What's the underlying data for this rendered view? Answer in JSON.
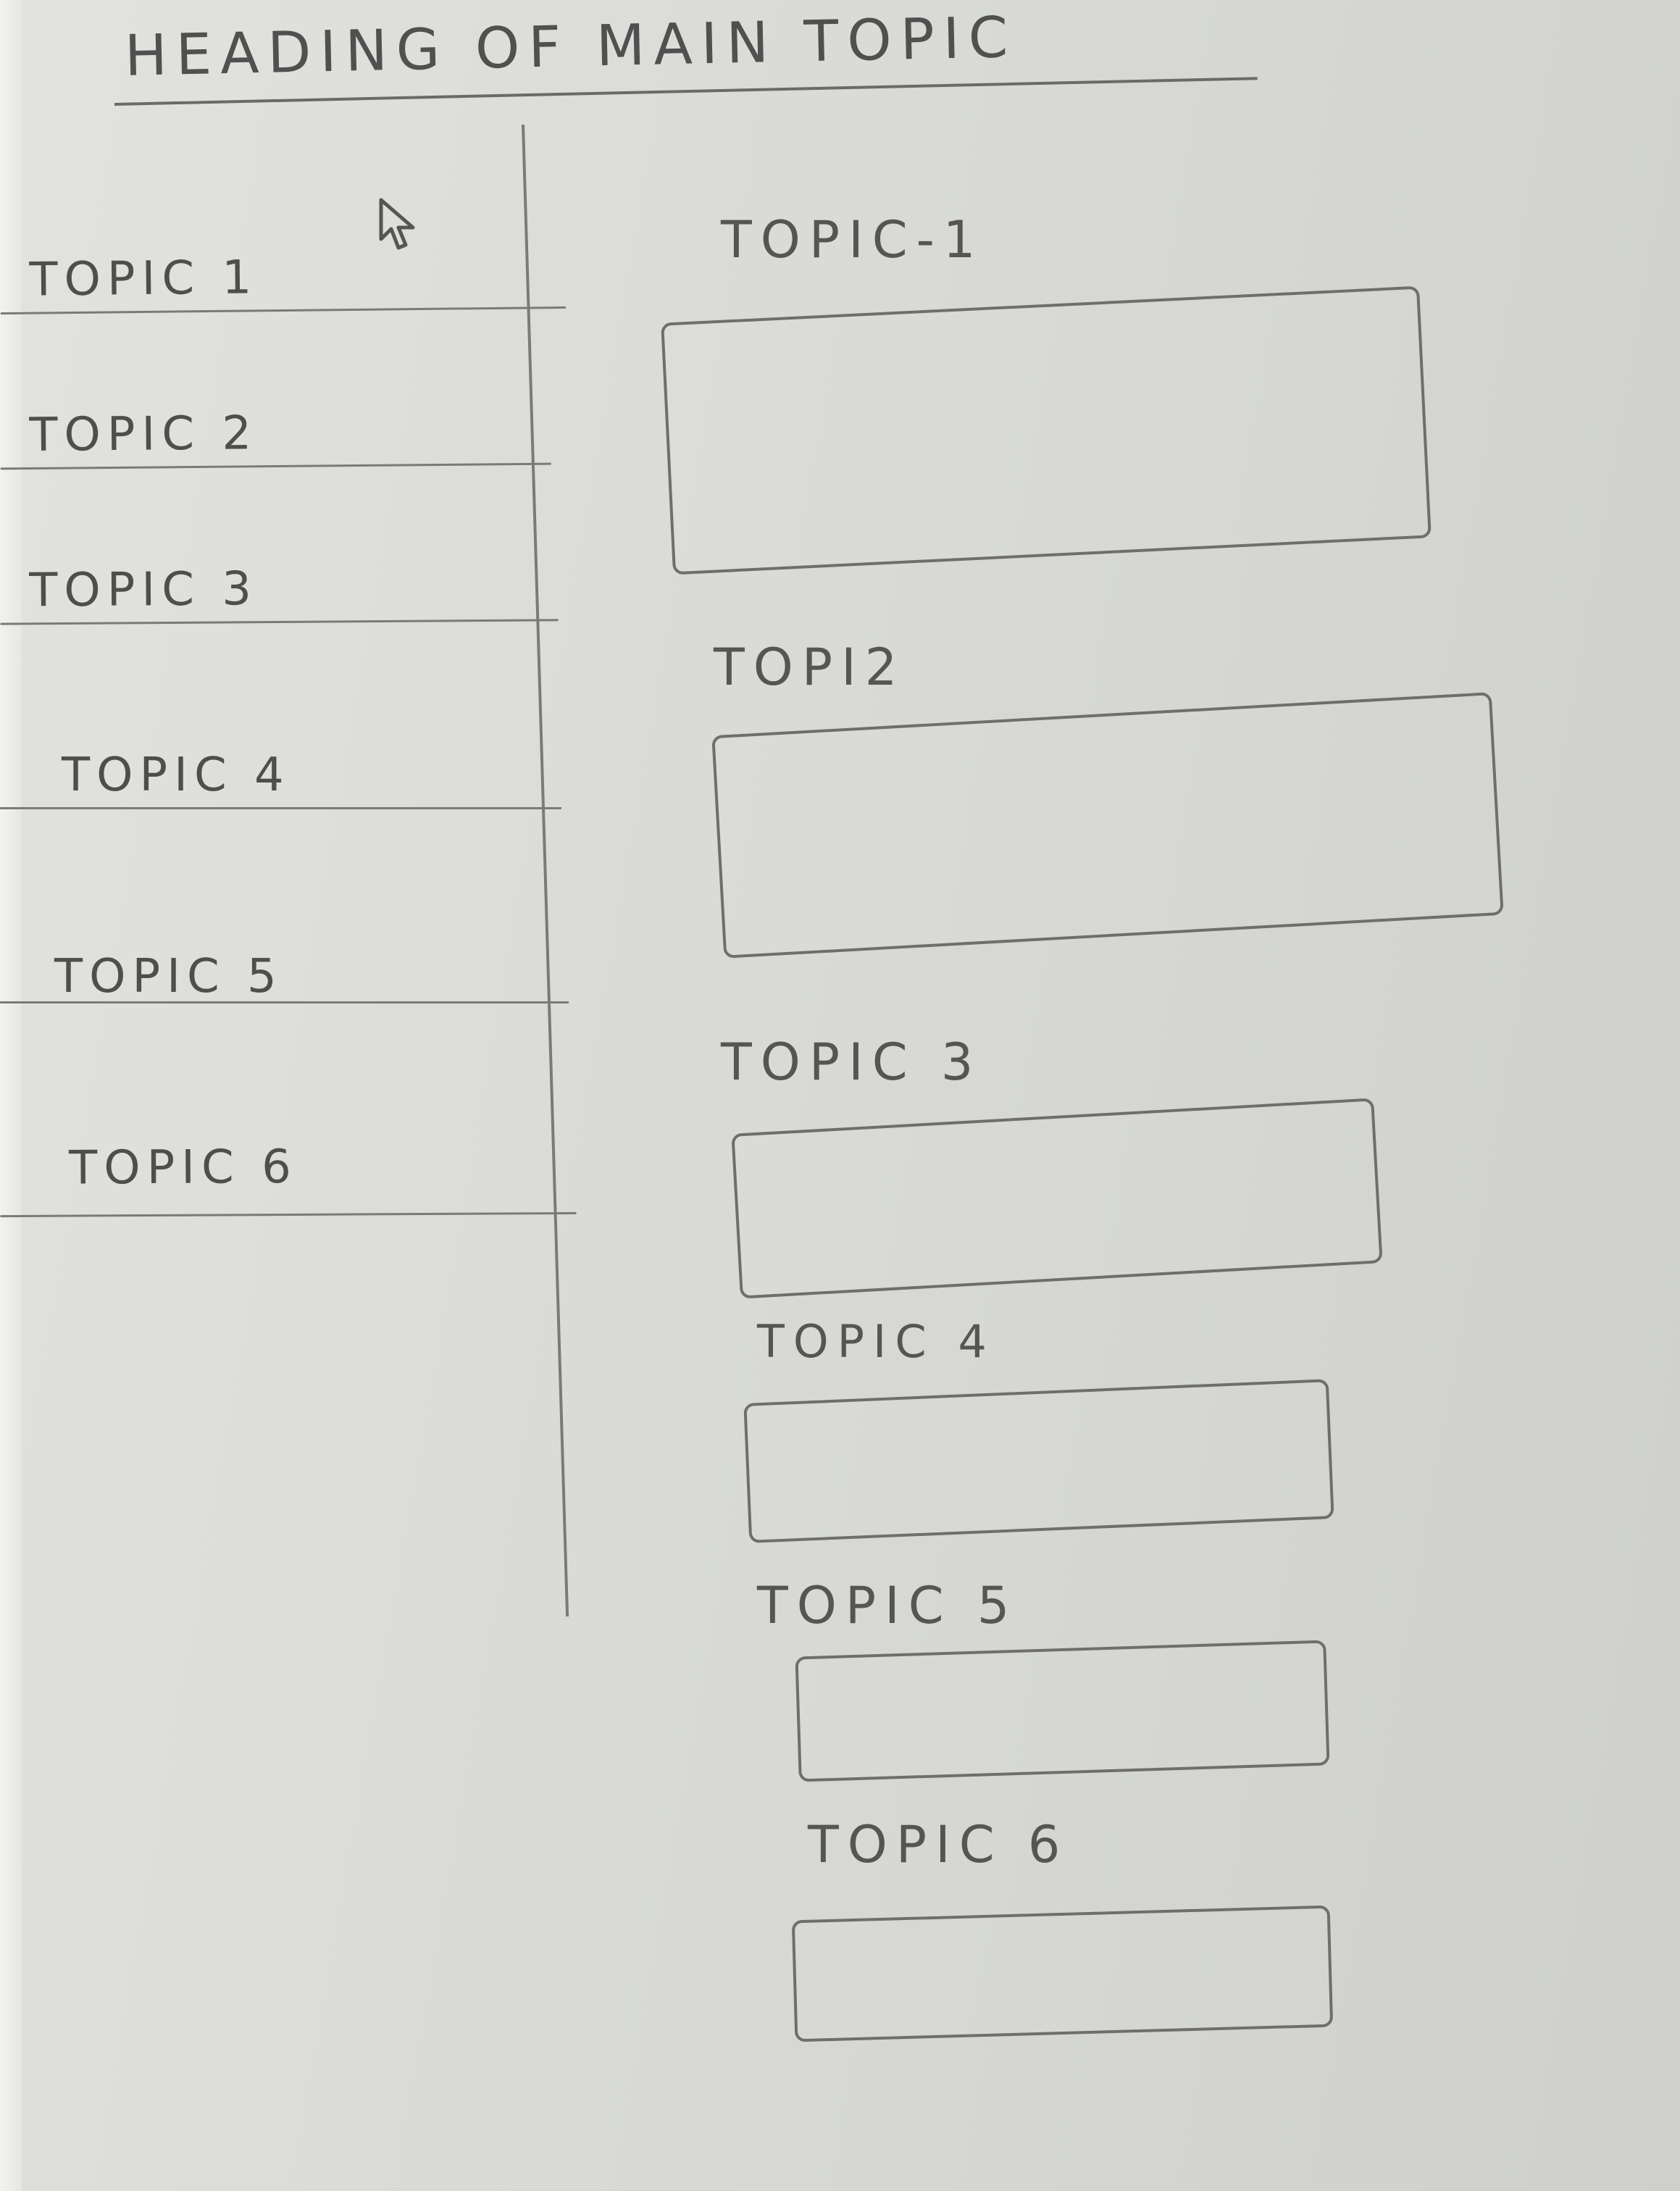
{
  "page": {
    "title": "HEADING OF MAIN TOPIC"
  },
  "sidebar": {
    "items": [
      {
        "label": "TOPIC 1"
      },
      {
        "label": "TOPIC 2"
      },
      {
        "label": "TOPIC 3"
      },
      {
        "label": "TOPIC 4"
      },
      {
        "label": "TOPIC 5"
      },
      {
        "label": "TOPIC 6"
      }
    ]
  },
  "main": {
    "sections": [
      {
        "title": "TOPIC-1"
      },
      {
        "title": "TOPI2"
      },
      {
        "title": "TOPIC 3"
      },
      {
        "title": "TOPIC 4"
      },
      {
        "title": "TOPIC 5"
      },
      {
        "title": "TOPIC 6"
      }
    ]
  },
  "icons": {
    "cursor": "mouse-pointer-icon"
  }
}
